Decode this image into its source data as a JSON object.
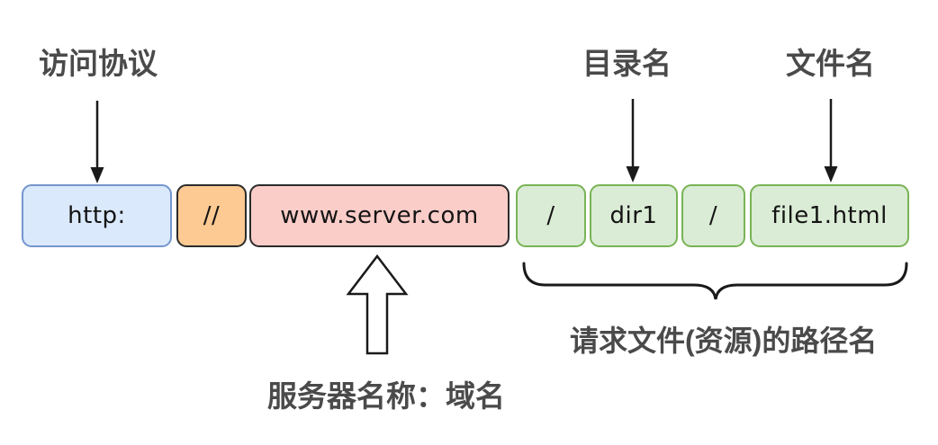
{
  "diagram": {
    "title_none": "",
    "labels": {
      "protocol": "访问协议",
      "directory": "目录名",
      "filename": "文件名",
      "server": "服务器名称：域名",
      "path": "请求文件(资源)的路径名"
    },
    "segments": [
      {
        "text": "http:",
        "role": "protocol",
        "fill": "#dae9fb",
        "border": "#7496cc"
      },
      {
        "text": "//",
        "role": "separator",
        "fill": "#fcca92",
        "border": "#2b2b2b"
      },
      {
        "text": "www.server.com",
        "role": "host",
        "fill": "#fbcdc9",
        "border": "#2b2b2b"
      },
      {
        "text": "/",
        "role": "path-separator",
        "fill": "#daecd5",
        "border": "#79b356"
      },
      {
        "text": "dir1",
        "role": "directory",
        "fill": "#daecd5",
        "border": "#79b356"
      },
      {
        "text": "/",
        "role": "path-separator",
        "fill": "#daecd5",
        "border": "#79b356"
      },
      {
        "text": "file1.html",
        "role": "file",
        "fill": "#daecd5",
        "border": "#79b356"
      }
    ],
    "colors": {
      "label_text": "#4a4a4a",
      "box_text": "#141414",
      "arrow": "#1a1a1a"
    }
  }
}
